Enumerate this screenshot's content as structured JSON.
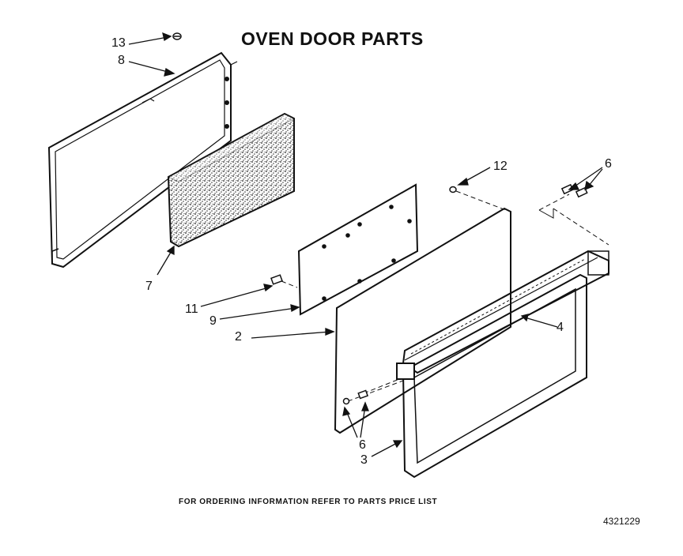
{
  "title": "OVEN DOOR PARTS",
  "footer_note": "FOR ORDERING INFORMATION REFER TO PARTS PRICE LIST",
  "document_number": "4321229",
  "callouts": {
    "c13": "13",
    "c8": "8",
    "c7": "7",
    "c12": "12",
    "c6_top": "6",
    "c11": "11",
    "c9": "9",
    "c2": "2",
    "c4": "4",
    "c6_bottom": "6",
    "c3": "3"
  }
}
